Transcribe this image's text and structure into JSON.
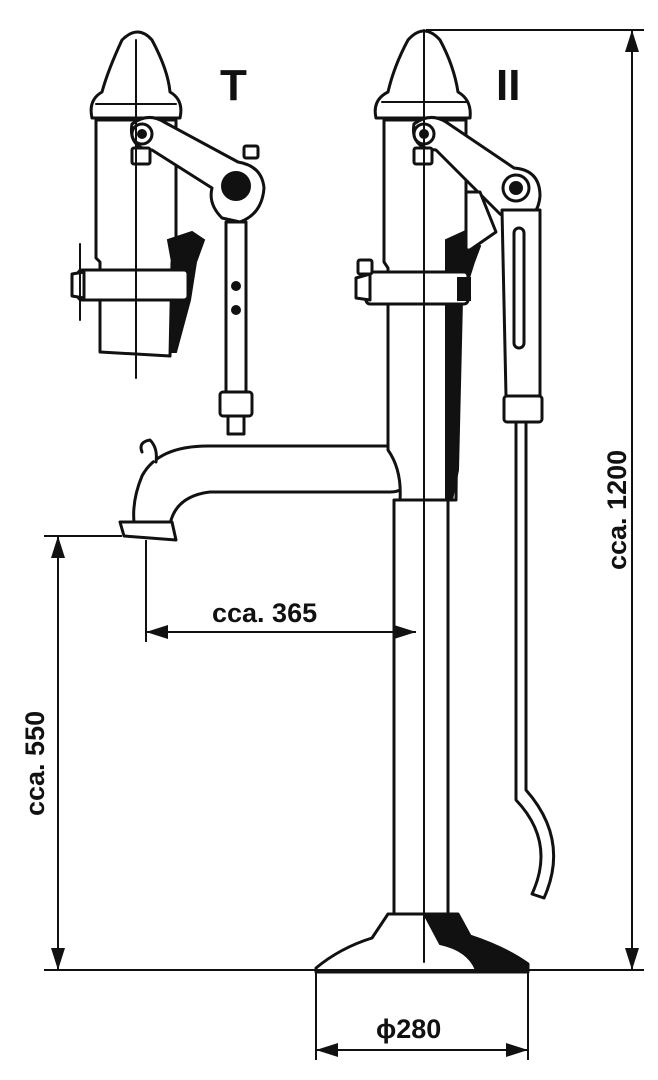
{
  "variant_labels": {
    "left": "T",
    "right": "II"
  },
  "dimensions": {
    "height_total": "cca. 1200",
    "spout_height": "cca. 550",
    "spout_reach": "cca. 365",
    "base_diameter": "ϕ280"
  }
}
